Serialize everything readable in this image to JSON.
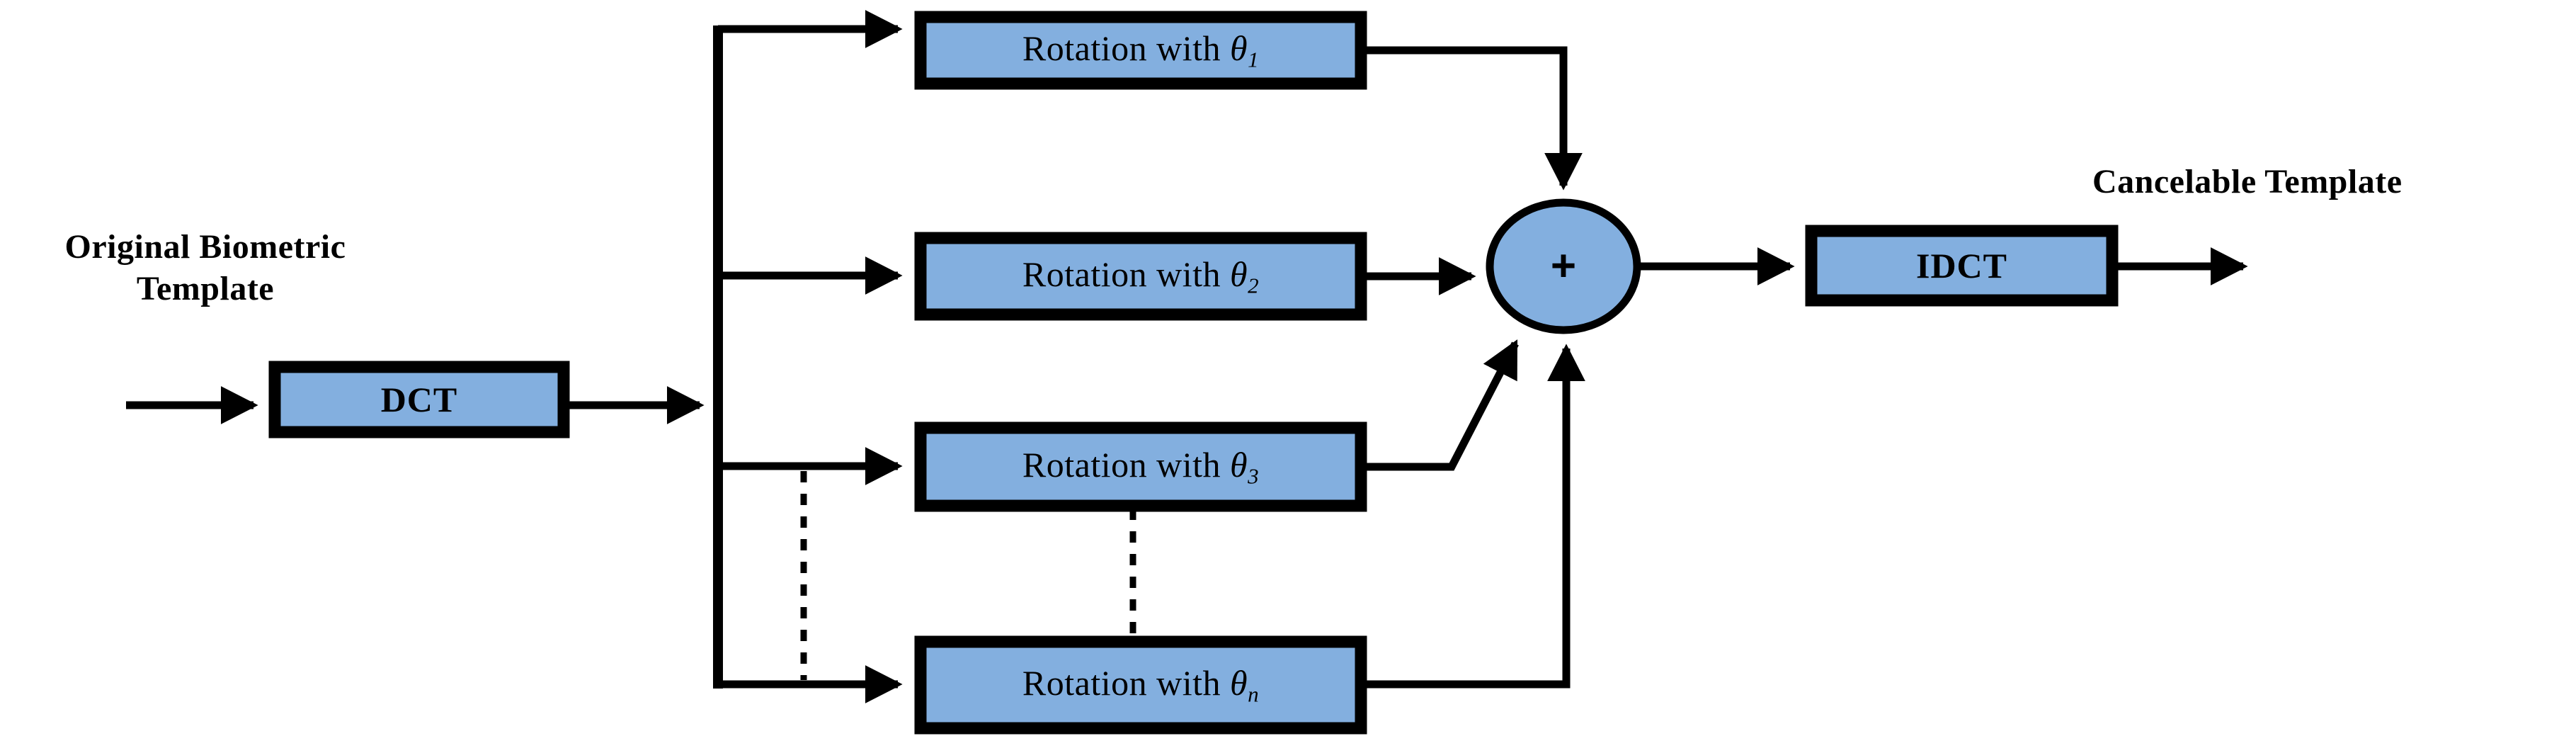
{
  "diagram": {
    "title": "Cancelable biometric template generation block diagram",
    "colors": {
      "block_fill": "#83AFDF",
      "line": "#000000",
      "background": "#ffffff",
      "text": "#000000"
    },
    "input_label": {
      "line1": "Original Biometric",
      "line2": "Template"
    },
    "output_label": "Cancelable Template",
    "blocks": [
      {
        "id": "dct",
        "label": "DCT",
        "bold": true
      },
      {
        "id": "rot1",
        "label_prefix": "Rotation with ",
        "symbol": "θ",
        "subscript": "1",
        "bold": false
      },
      {
        "id": "rot2",
        "label_prefix": "Rotation with ",
        "symbol": "θ",
        "subscript": "2",
        "bold": false
      },
      {
        "id": "rot3",
        "label_prefix": "Rotation with ",
        "symbol": "θ",
        "subscript": "3",
        "bold": false
      },
      {
        "id": "rotn",
        "label_prefix": "Rotation with ",
        "symbol": "θ",
        "subscript": "n",
        "bold": false
      },
      {
        "id": "idct",
        "label": "IDCT",
        "bold": true
      }
    ],
    "summing_junction": {
      "symbol": "+",
      "shape": "ellipse",
      "inputs": 4
    },
    "continuation_marks": {
      "count": 2,
      "style": "vertical-dashed",
      "meaning": "ellipsis between rotation branches"
    }
  }
}
